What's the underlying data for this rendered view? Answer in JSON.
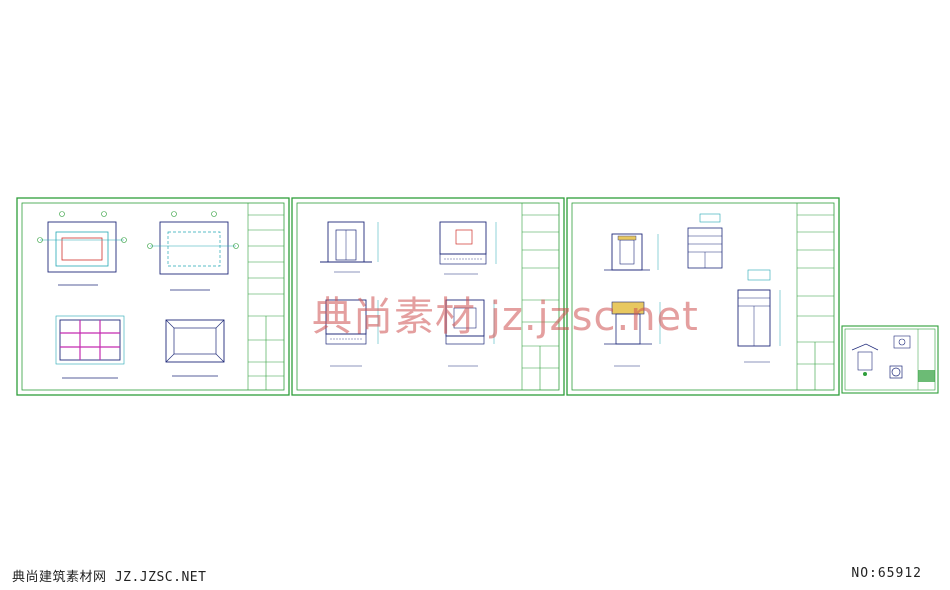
{
  "colors": {
    "frame": "#2e9e3a",
    "linework": "#1f2a7a",
    "cyan": "#23a7b5",
    "magenta": "#c42bb0",
    "red": "#d1312b",
    "watermark": "#d25a5a"
  },
  "sheets": [
    {
      "name": "sheet-1",
      "content": "plans"
    },
    {
      "name": "sheet-2",
      "content": "elevations"
    },
    {
      "name": "sheet-3",
      "content": "details"
    },
    {
      "name": "sheet-4",
      "content": "small-detail"
    }
  ],
  "watermark": {
    "text": "典尚素材 jz.jzsc.net"
  },
  "footer": {
    "left": "典尚建筑素材网 JZ.JZSC.NET",
    "right": "NO:65912"
  }
}
